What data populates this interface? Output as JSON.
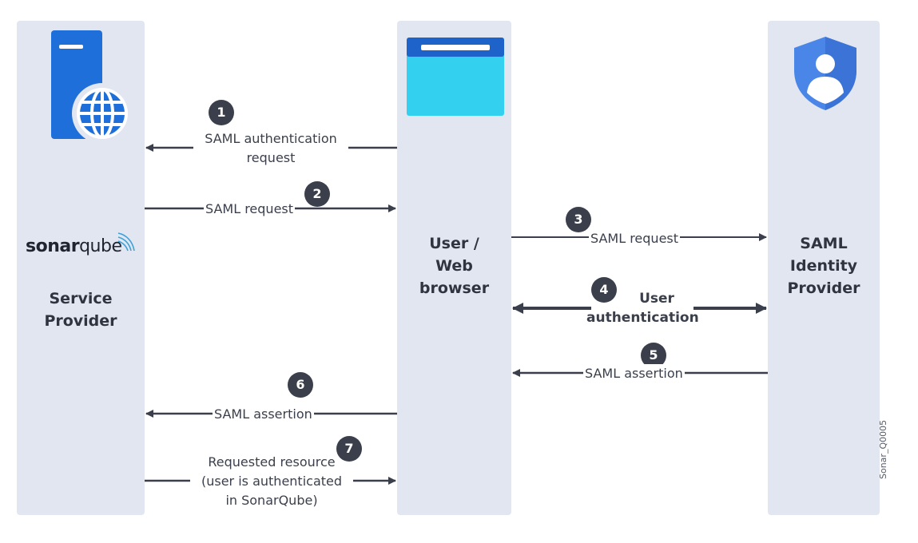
{
  "lanes": {
    "service_provider": {
      "logo_bold": "sonar",
      "logo_light": "qube",
      "label_line1": "Service",
      "label_line2": "Provider"
    },
    "browser": {
      "label_line1": "User /",
      "label_line2": "Web",
      "label_line3": "browser"
    },
    "idp": {
      "label_line1": "SAML",
      "label_line2": "Identity",
      "label_line3": "Provider"
    }
  },
  "steps": [
    {
      "number": "1",
      "line1": "SAML authentication",
      "line2": "request"
    },
    {
      "number": "2",
      "line1": "SAML request"
    },
    {
      "number": "3",
      "line1": "SAML request"
    },
    {
      "number": "4",
      "line1": "User",
      "line2": "authentication"
    },
    {
      "number": "5",
      "line1": "SAML assertion"
    },
    {
      "number": "6",
      "line1": "SAML assertion"
    },
    {
      "number": "7",
      "line1": "Requested resource",
      "line2": "(user is authenticated",
      "line3": "in SonarQube)"
    }
  ],
  "footer": "Sonar_Q0005",
  "colors": {
    "lane": "#e1e6f1",
    "arrow": "#3a3f4b",
    "server": "#1e6fd9",
    "browser_bar": "#1d63c9",
    "browser_body": "#33d0ef",
    "shield": "#4a86e8"
  },
  "icons": [
    "server-globe-icon",
    "browser-window-icon",
    "shield-user-icon",
    "sonar-waves-icon"
  ]
}
